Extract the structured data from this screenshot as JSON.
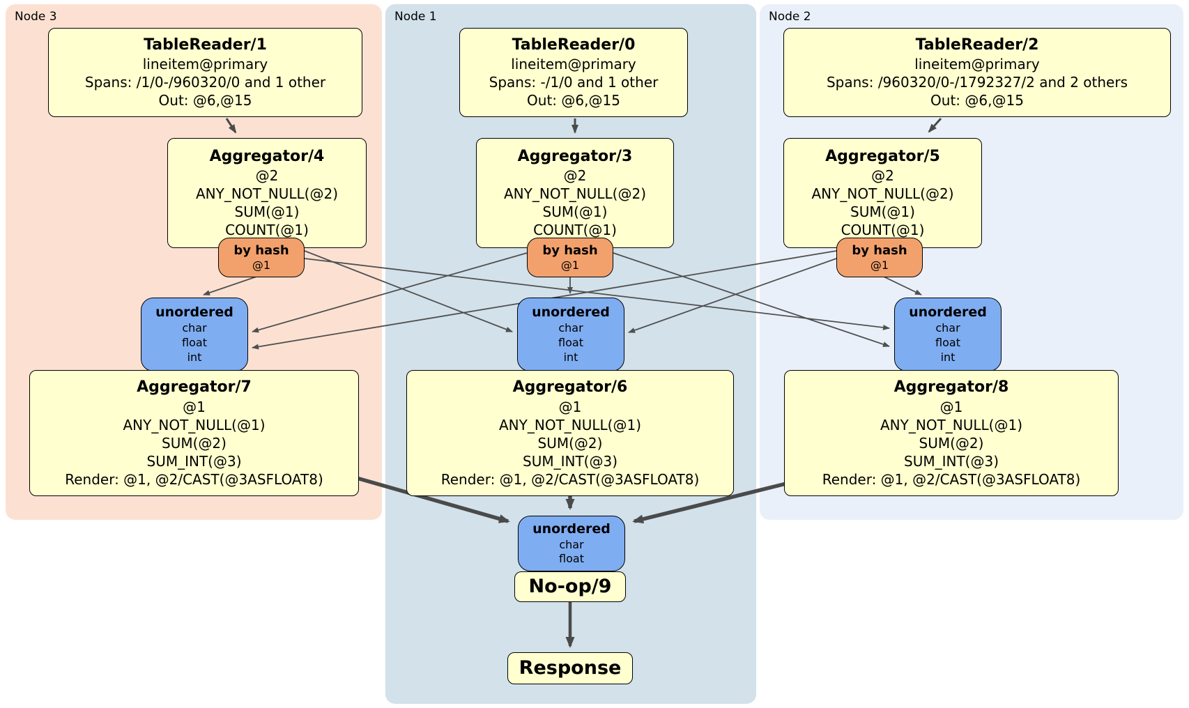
{
  "diagram": {
    "regions": [
      {
        "label": "Node 3"
      },
      {
        "label": "Node 1"
      },
      {
        "label": "Node 2"
      }
    ],
    "processors": {
      "tr1": {
        "title": "TableReader/1",
        "lines": [
          "lineitem@primary",
          "Spans: /1/0-/960320/0 and 1 other",
          "Out: @6,@15"
        ]
      },
      "agg4": {
        "title": "Aggregator/4",
        "lines": [
          "@2",
          "ANY_NOT_NULL(@2)",
          "SUM(@1)",
          "COUNT(@1)"
        ]
      },
      "hash3": {
        "title": "by hash",
        "lines": [
          "@1"
        ]
      },
      "uno3": {
        "title": "unordered",
        "lines": [
          "char",
          "float",
          "int"
        ]
      },
      "agg7": {
        "title": "Aggregator/7",
        "lines": [
          "@1",
          "ANY_NOT_NULL(@1)",
          "SUM(@2)",
          "SUM_INT(@3)",
          "Render: @1, @2/CAST(@3ASFLOAT8)"
        ]
      },
      "tr0": {
        "title": "TableReader/0",
        "lines": [
          "lineitem@primary",
          "Spans: -/1/0 and 1 other",
          "Out: @6,@15"
        ]
      },
      "agg3": {
        "title": "Aggregator/3",
        "lines": [
          "@2",
          "ANY_NOT_NULL(@2)",
          "SUM(@1)",
          "COUNT(@1)"
        ]
      },
      "hash1": {
        "title": "by hash",
        "lines": [
          "@1"
        ]
      },
      "uno1": {
        "title": "unordered",
        "lines": [
          "char",
          "float",
          "int"
        ]
      },
      "agg6": {
        "title": "Aggregator/6",
        "lines": [
          "@1",
          "ANY_NOT_NULL(@1)",
          "SUM(@2)",
          "SUM_INT(@3)",
          "Render: @1, @2/CAST(@3ASFLOAT8)"
        ]
      },
      "tr2": {
        "title": "TableReader/2",
        "lines": [
          "lineitem@primary",
          "Spans: /960320/0-/1792327/2 and 2 others",
          "Out: @6,@15"
        ]
      },
      "agg5": {
        "title": "Aggregator/5",
        "lines": [
          "@2",
          "ANY_NOT_NULL(@2)",
          "SUM(@1)",
          "COUNT(@1)"
        ]
      },
      "hash2": {
        "title": "by hash",
        "lines": [
          "@1"
        ]
      },
      "uno2": {
        "title": "unordered",
        "lines": [
          "char",
          "float",
          "int"
        ]
      },
      "unoFinal": {
        "title": "unordered",
        "lines": [
          "char",
          "float"
        ]
      },
      "noop": {
        "title": "No-op/9"
      },
      "response": {
        "title": "Response"
      }
    },
    "edges": [
      {
        "from": "TableReader/1",
        "to": "Aggregator/4"
      },
      {
        "from": "TableReader/0",
        "to": "Aggregator/3"
      },
      {
        "from": "TableReader/2",
        "to": "Aggregator/5"
      },
      {
        "from": "by hash (Node 3)",
        "to": "unordered (Node 3)"
      },
      {
        "from": "by hash (Node 3)",
        "to": "unordered (Node 1)"
      },
      {
        "from": "by hash (Node 3)",
        "to": "unordered (Node 2)"
      },
      {
        "from": "by hash (Node 1)",
        "to": "unordered (Node 3)"
      },
      {
        "from": "by hash (Node 1)",
        "to": "unordered (Node 1)"
      },
      {
        "from": "by hash (Node 1)",
        "to": "unordered (Node 2)"
      },
      {
        "from": "by hash (Node 2)",
        "to": "unordered (Node 3)"
      },
      {
        "from": "by hash (Node 2)",
        "to": "unordered (Node 1)"
      },
      {
        "from": "by hash (Node 2)",
        "to": "unordered (Node 2)"
      },
      {
        "from": "Aggregator/7",
        "to": "unordered (final)"
      },
      {
        "from": "Aggregator/6",
        "to": "unordered (final)"
      },
      {
        "from": "Aggregator/8",
        "to": "unordered (final)"
      },
      {
        "from": "No-op/9",
        "to": "Response"
      }
    ],
    "colors": {
      "node3_bg": "#fce1d3",
      "node1_bg": "#d2e1ea",
      "node2_bg": "#eaf0f9",
      "processor_fill": "#ffffd0",
      "router_fill": "#f2a16d",
      "sync_fill": "#7fadf2",
      "edge": "#4a4a4a",
      "border": "#000000"
    }
  },
  "processors_agg8": {
    "title": "Aggregator/8",
    "lines": [
      "@1",
      "ANY_NOT_NULL(@1)",
      "SUM(@2)",
      "SUM_INT(@3)",
      "Render: @1, @2/CAST(@3ASFLOAT8)"
    ]
  }
}
